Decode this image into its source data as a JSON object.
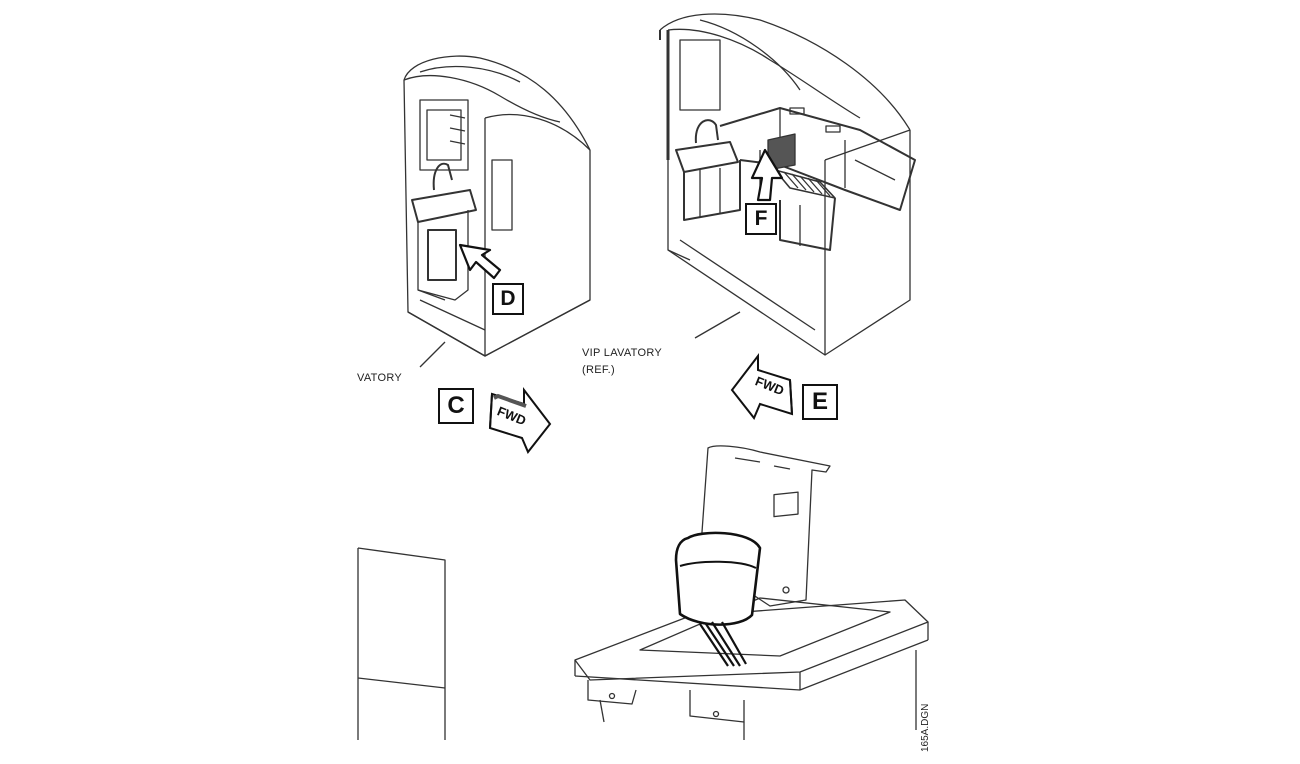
{
  "callouts": {
    "c": "C",
    "d": "D",
    "e": "E",
    "f": "F"
  },
  "arrows": {
    "fwd_right": "FWD",
    "fwd_left": "FWD"
  },
  "labels": {
    "lavatory_partial": "VATORY",
    "vip_lavatory_line1": "VIP LAVATORY",
    "vip_lavatory_line2": "(REF.)"
  },
  "drawing_id": "165A.DGN"
}
